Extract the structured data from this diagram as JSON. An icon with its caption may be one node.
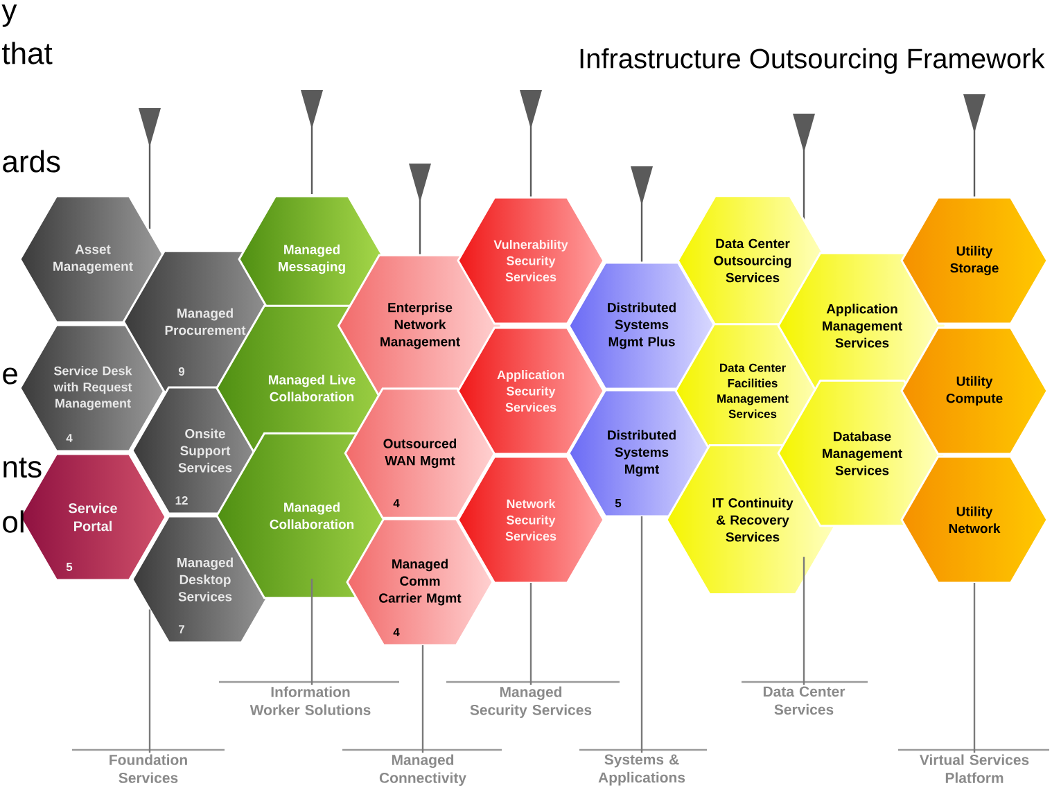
{
  "diagram": {
    "title": "Infrastructure Outsourcing Framework",
    "nodes": [
      {
        "text": [
          "Asset Management"
        ]
      },
      {
        "text": [
          "Service Desk with Request Management",
          "4"
        ]
      },
      {
        "text": [
          "Service Portal",
          "5"
        ]
      },
      {
        "text": [
          "Managed Procurement",
          "9"
        ]
      },
      {
        "text": [
          "Onsite Support Services",
          "12"
        ]
      },
      {
        "text": [
          "Managed Desktop Services",
          "7"
        ]
      },
      {
        "text": [
          "Managed Messaging"
        ]
      },
      {
        "text": [
          "Managed Live Collaboration"
        ]
      },
      {
        "text": [
          "Managed Collaboration"
        ]
      },
      {
        "text": [
          "Enterprise Network Management"
        ]
      },
      {
        "text": [
          "Outsourced WAN Mgmt",
          "4"
        ]
      },
      {
        "text": [
          "Managed Comm Carrier Mgmt",
          "4"
        ]
      },
      {
        "text": [
          "Vulnerability Security Services"
        ]
      },
      {
        "text": [
          "Application Security Services"
        ]
      },
      {
        "text": [
          "Network Security Services"
        ]
      },
      {
        "text": [
          "Distributed Systems Mgmt Plus"
        ]
      },
      {
        "text": [
          "Distributed Systems Mgmt",
          "5"
        ]
      },
      {
        "text": [
          "Data Center Outsourcing Services"
        ]
      },
      {
        "text": [
          "Data Center Facilities Management Services"
        ]
      },
      {
        "text": [
          "IT Continuity & Recovery Services"
        ]
      },
      {
        "text": [
          "Application Management Services"
        ]
      },
      {
        "text": [
          "Database Management Services"
        ]
      },
      {
        "text": [
          "Utility Storage"
        ]
      },
      {
        "text": [
          "Utility Compute"
        ]
      },
      {
        "text": [
          "Utility Network"
        ]
      },
      {
        "text": [
          "Foundation Services"
        ]
      },
      {
        "text": [
          "Information Worker Solutions"
        ]
      },
      {
        "text": [
          "Managed Connectivity"
        ]
      },
      {
        "text": [
          "Managed Security Services"
        ]
      },
      {
        "text": [
          "Systems & Applications"
        ]
      },
      {
        "text": [
          "Data Center Services"
        ]
      },
      {
        "text": [
          "Virtual Services Platform"
        ]
      }
    ],
    "edges": [
      {
        "from": 25,
        "to": 5,
        "arrow": "none"
      },
      {
        "from": 26,
        "to": 8,
        "arrow": "none"
      },
      {
        "from": 27,
        "to": 11,
        "arrow": "none"
      },
      {
        "from": 28,
        "to": 14,
        "arrow": "none"
      },
      {
        "from": 29,
        "to": 16,
        "arrow": "none"
      },
      {
        "from": 30,
        "to": 19,
        "arrow": "none"
      },
      {
        "from": 31,
        "to": 24,
        "arrow": "none"
      }
    ],
    "labels": [
      "y",
      "that",
      "ards",
      "e",
      "nts",
      "ol"
    ]
  }
}
